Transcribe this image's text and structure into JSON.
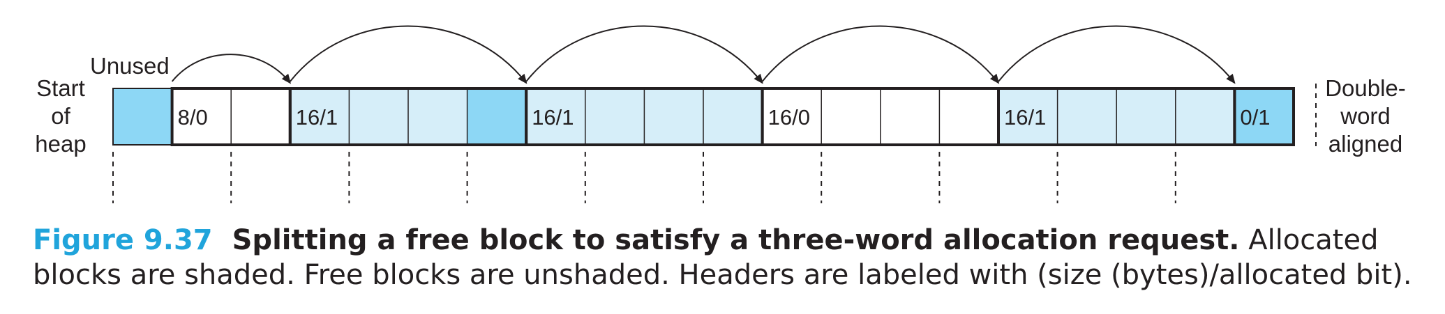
{
  "diagram": {
    "labels": {
      "start": [
        "Start",
        "of",
        "heap"
      ],
      "unused": "Unused",
      "end": [
        "Double-",
        "word",
        "aligned"
      ]
    },
    "words": [
      {
        "text": "",
        "fill": "#8dd7f5",
        "block": "padding"
      },
      {
        "text": "8/0",
        "fill": "#ffffff",
        "block": "free-1"
      },
      {
        "text": "",
        "fill": "#ffffff",
        "block": "free-1"
      },
      {
        "text": "16/1",
        "fill": "#d6eef9",
        "block": "alloc-1"
      },
      {
        "text": "",
        "fill": "#d6eef9",
        "block": "alloc-1"
      },
      {
        "text": "",
        "fill": "#d6eef9",
        "block": "alloc-1"
      },
      {
        "text": "",
        "fill": "#8dd7f5",
        "block": "alloc-1"
      },
      {
        "text": "16/1",
        "fill": "#d6eef9",
        "block": "alloc-2"
      },
      {
        "text": "",
        "fill": "#d6eef9",
        "block": "alloc-2"
      },
      {
        "text": "",
        "fill": "#d6eef9",
        "block": "alloc-2"
      },
      {
        "text": "",
        "fill": "#d6eef9",
        "block": "alloc-2"
      },
      {
        "text": "16/0",
        "fill": "#ffffff",
        "block": "free-2"
      },
      {
        "text": "",
        "fill": "#ffffff",
        "block": "free-2"
      },
      {
        "text": "",
        "fill": "#ffffff",
        "block": "free-2"
      },
      {
        "text": "",
        "fill": "#ffffff",
        "block": "free-2"
      },
      {
        "text": "16/1",
        "fill": "#d6eef9",
        "block": "alloc-3"
      },
      {
        "text": "",
        "fill": "#d6eef9",
        "block": "alloc-3"
      },
      {
        "text": "",
        "fill": "#d6eef9",
        "block": "alloc-3"
      },
      {
        "text": "",
        "fill": "#d6eef9",
        "block": "alloc-3"
      },
      {
        "text": "0/1",
        "fill": "#8dd7f5",
        "block": "epilogue"
      }
    ],
    "blocks": [
      {
        "name": "free-1",
        "start": 1,
        "len": 2
      },
      {
        "name": "alloc-1",
        "start": 3,
        "len": 4
      },
      {
        "name": "alloc-2",
        "start": 7,
        "len": 4
      },
      {
        "name": "free-2",
        "start": 11,
        "len": 4
      },
      {
        "name": "alloc-3",
        "start": 15,
        "len": 4
      },
      {
        "name": "epilogue",
        "start": 19,
        "len": 1
      }
    ],
    "arrows": [
      [
        1,
        3
      ],
      [
        3,
        7
      ],
      [
        7,
        11
      ],
      [
        11,
        15
      ],
      [
        15,
        19
      ]
    ],
    "dashed_markers_at_word_index": [
      0,
      2,
      4,
      6,
      8,
      10,
      12,
      14,
      16,
      18
    ]
  },
  "caption": {
    "figure_number": "Figure 9.37",
    "title": "Splitting a free block to satisfy a three-word allocation request.",
    "body": "Allocated blocks are shaded. Free blocks are unshaded. Headers are labeled with (size (bytes)/allocated bit)."
  },
  "colors": {
    "dark_shade": "#8dd7f5",
    "light_shade": "#d6eef9",
    "free": "#ffffff",
    "accent": "#20a4db",
    "ink": "#231f20"
  }
}
